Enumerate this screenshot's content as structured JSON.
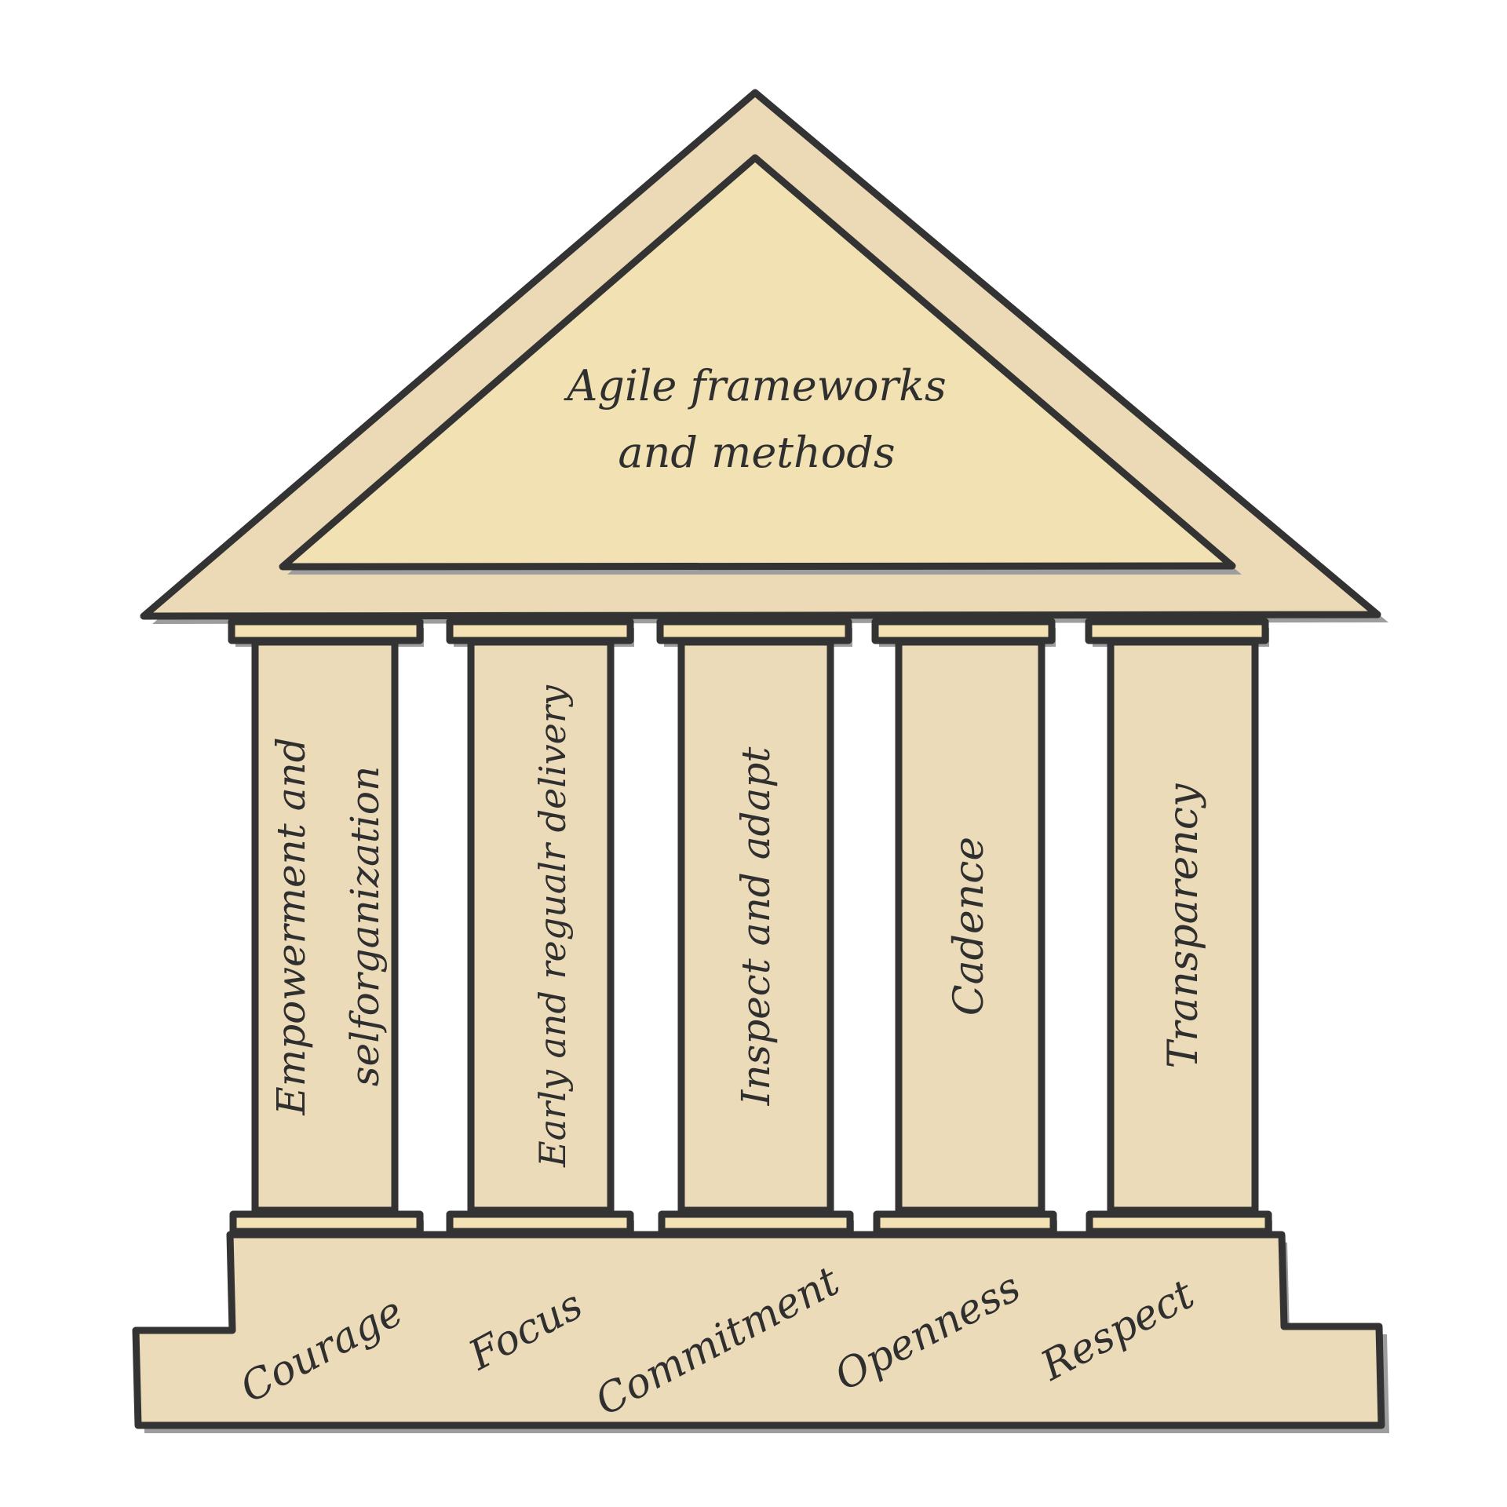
{
  "roof": {
    "title_line1": "Agile frameworks",
    "title_line2": "and methods"
  },
  "pillars": [
    {
      "line1": "Empowerment and",
      "line2": "selforganization"
    },
    {
      "line1": "Early and regualr delivery"
    },
    {
      "line1": "Inspect and adapt"
    },
    {
      "line1": "Cadence"
    },
    {
      "line1": "Transparency"
    }
  ],
  "values": [
    "Courage",
    "Focus",
    "Commitment",
    "Openness",
    "Respect"
  ],
  "colors": {
    "stroke": "#333333",
    "roof_outer": "#ecd9b6",
    "roof_inner": "#f2e1b2",
    "capital": "#f5e2b4",
    "column": "#ecdbb8",
    "base": "#ecdbb8"
  }
}
